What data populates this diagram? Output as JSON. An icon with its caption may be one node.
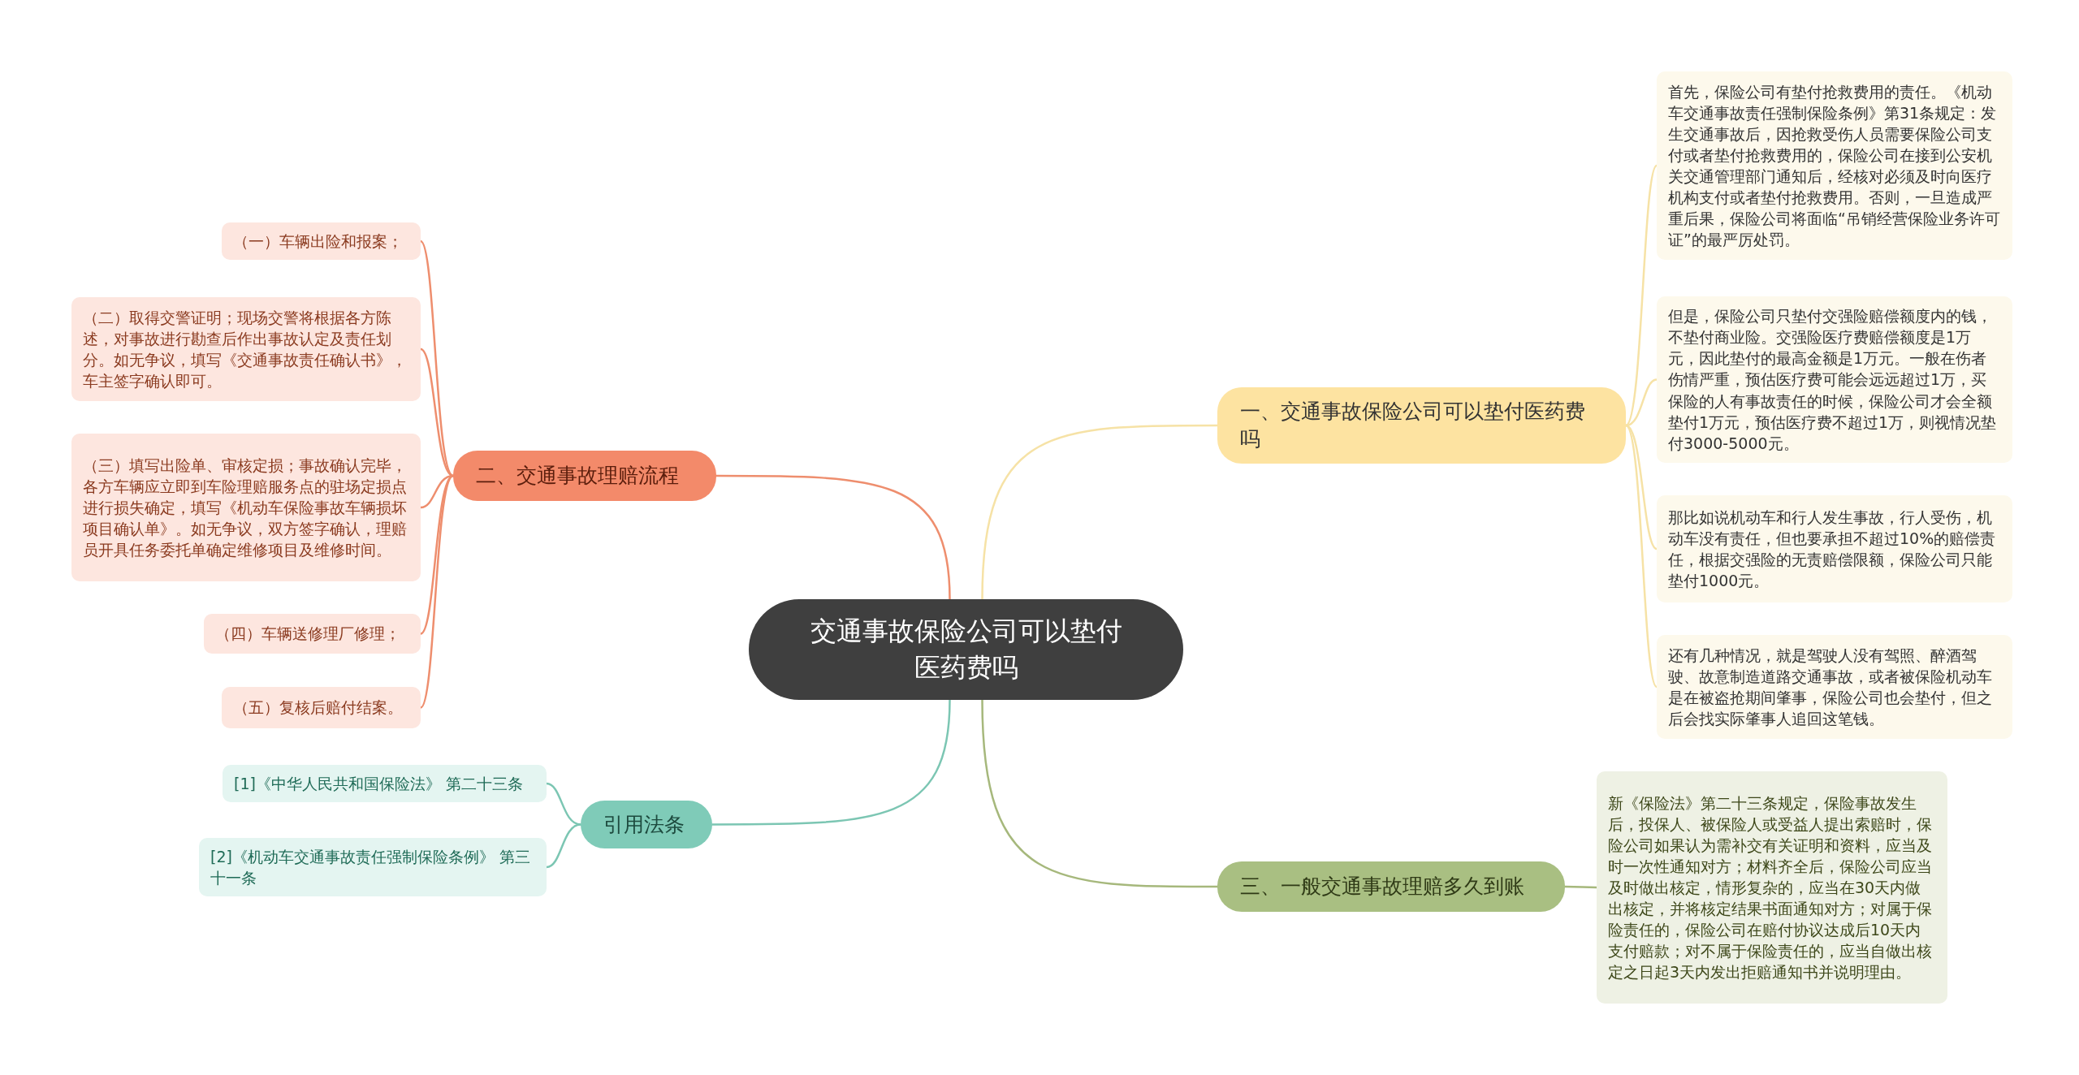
{
  "diagram": {
    "nodes": [
      {
        "text": [
          "交通事故保险公司可以垫付医药费吗"
        ]
      },
      {
        "text": [
          "一、交通事故保险公司可以垫付医药费吗"
        ]
      },
      {
        "text": [
          "首先，保险公司有垫付抢救费用的责任。《机动车交通事故责任强制保险条例》第31条规定：发生交通事故后，因抢救受伤人员需要保险公司支付或者垫付抢救费用的，保险公司在接到公安机关交通管理部门通知后，经核对必须及时向医疗机构支付或者垫付抢救费用。否则，一旦造成严重后果，保险公司将面临“吊销经营保险业务许可证”的最严厉处罚。"
        ]
      },
      {
        "text": [
          "但是，保险公司只垫付交强险赔偿额度内的钱，不垫付商业险。交强险医疗费赔偿额度是1万元，因此垫付的最高金额是1万元。一般在伤者伤情严重，预估医疗费可能会远远超过1万，买保险的人有事故责任的时候，保险公司才会全额垫付1万元，预估医疗费不超过1万，则视情况垫付3000-5000元。"
        ]
      },
      {
        "text": [
          "那比如说机动车和行人发生事故，行人受伤，机动车没有责任，但也要承担不超过10%的赔偿责任，根据交强险的无责赔偿限额，保险公司只能垫付1000元。"
        ]
      },
      {
        "text": [
          "还有几种情况，就是驾驶人没有驾照、醉酒驾驶、故意制造道路交通事故，或者被保险机动车是在被盗抢期间肇事，保险公司也会垫付，但之后会找实际肇事人追回这笔钱。"
        ]
      },
      {
        "text": [
          "三、一般交通事故理赔多久到账"
        ]
      },
      {
        "text": [
          "新《保险法》第二十三条规定，保险事故发生后，投保人、被保险人或受益人提出索赔时，保险公司如果认为需补交有关证明和资料，应当及时一次性通知对方；材料齐全后，保险公司应当及时做出核定，情形复杂的，应当在30天内做出核定，并将核定结果书面通知对方；对属于保险责任的，保险公司在赔付协议达成后10天内支付赔款；对不属于保险责任的，应当自做出核定之日起3天内发出拒赔通知书并说明理由。"
        ]
      },
      {
        "text": [
          "二、交通事故理赔流程"
        ]
      },
      {
        "text": [
          "（一）车辆出险和报案；"
        ]
      },
      {
        "text": [
          "（二）取得交警证明；现场交警将根据各方陈述，对事故进行勘查后作出事故认定及责任划分。如无争议，填写《交通事故责任确认书》，车主签字确认即可。"
        ]
      },
      {
        "text": [
          "（三）填写出险单、审核定损；事故确认完毕，各方车辆应立即到车险理赔服务点的驻场定损点进行损失确定，填写《机动车保险事故车辆损坏项目确认单》。如无争议，双方签字确认，理赔员开具任务委托单确定维修项目及维修时间。"
        ]
      },
      {
        "text": [
          "（四）车辆送修理厂修理；"
        ]
      },
      {
        "text": [
          "（五）复核后赔付结案。"
        ]
      },
      {
        "text": [
          "引用法条"
        ]
      },
      {
        "text": [
          "[1]《中华人民共和国保险法》 第二十三条"
        ]
      },
      {
        "text": [
          "[2]《机动车交通事故责任强制保险条例》 第三十一条"
        ]
      }
    ],
    "edges": [
      {
        "from": 0,
        "to": 1,
        "arrow": "none",
        "color": "#f6e2a6"
      },
      {
        "from": 1,
        "to": 2,
        "arrow": "none",
        "color": "#f6e2a6"
      },
      {
        "from": 1,
        "to": 3,
        "arrow": "none",
        "color": "#f6e2a6"
      },
      {
        "from": 1,
        "to": 4,
        "arrow": "none",
        "color": "#f6e2a6"
      },
      {
        "from": 1,
        "to": 5,
        "arrow": "none",
        "color": "#f6e2a6"
      },
      {
        "from": 0,
        "to": 6,
        "arrow": "none",
        "color": "#a6b87c"
      },
      {
        "from": 6,
        "to": 7,
        "arrow": "none",
        "color": "#a6b87c"
      },
      {
        "from": 0,
        "to": 8,
        "arrow": "none",
        "color": "#ee8e6e"
      },
      {
        "from": 8,
        "to": 9,
        "arrow": "none",
        "color": "#ee8e6e"
      },
      {
        "from": 8,
        "to": 10,
        "arrow": "none",
        "color": "#ee8e6e"
      },
      {
        "from": 8,
        "to": 11,
        "arrow": "none",
        "color": "#ee8e6e"
      },
      {
        "from": 8,
        "to": 12,
        "arrow": "none",
        "color": "#ee8e6e"
      },
      {
        "from": 8,
        "to": 13,
        "arrow": "none",
        "color": "#ee8e6e"
      },
      {
        "from": 0,
        "to": 14,
        "arrow": "none",
        "color": "#7cc6b3"
      },
      {
        "from": 14,
        "to": 15,
        "arrow": "none",
        "color": "#7cc6b3"
      },
      {
        "from": 14,
        "to": 16,
        "arrow": "none",
        "color": "#7cc6b3"
      }
    ]
  }
}
